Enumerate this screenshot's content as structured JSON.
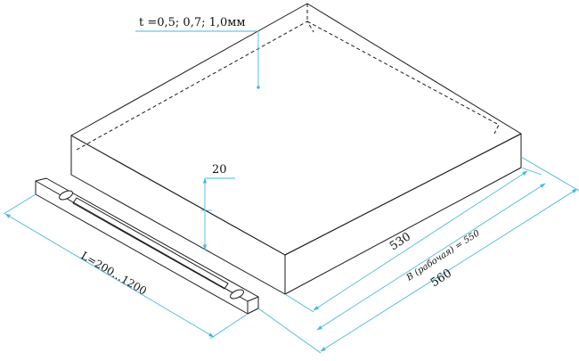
{
  "labels": {
    "thickness": "t =0,5; 0,7; 1,0мм",
    "height": "20",
    "length": "L=200...1200",
    "depth_530": "530",
    "working_width": "B (рабочая) = 550",
    "width_560": "560"
  },
  "colors": {
    "outline": "#1a1a1a",
    "dimension": "#4ab7dc"
  }
}
